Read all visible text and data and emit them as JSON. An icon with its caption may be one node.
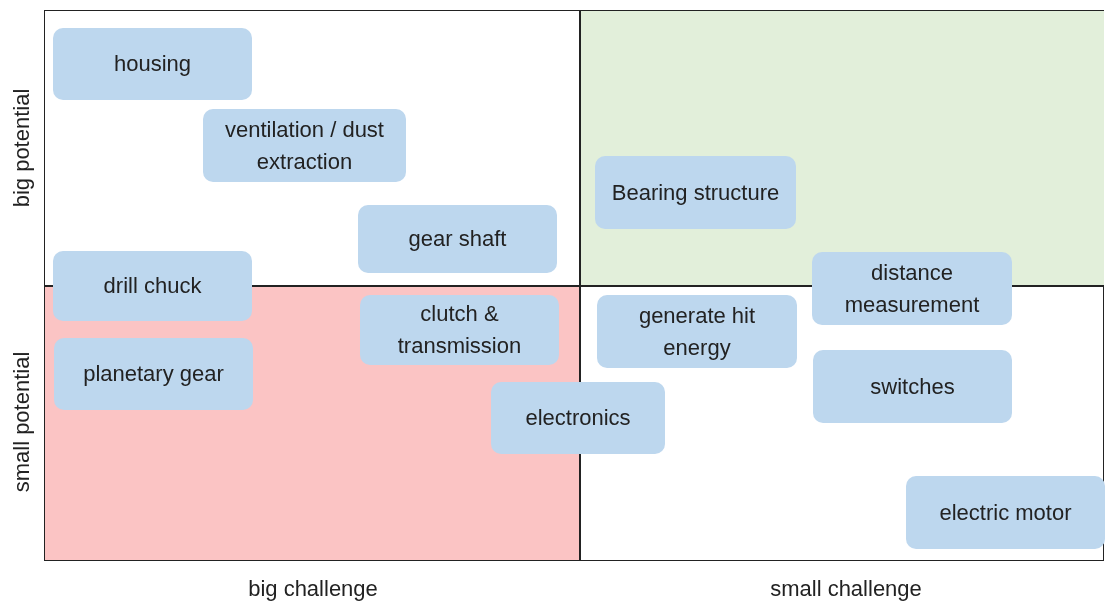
{
  "diagram": {
    "nodes": [
      {
        "text": [
          "housing"
        ]
      },
      {
        "text": [
          "ventilation / dust extraction"
        ]
      },
      {
        "text": [
          "Bearing structure"
        ]
      },
      {
        "text": [
          "gear shaft"
        ]
      },
      {
        "text": [
          "distance measurement"
        ]
      },
      {
        "text": [
          "drill chuck"
        ]
      },
      {
        "text": [
          "clutch & transmission"
        ]
      },
      {
        "text": [
          "generate hit energy"
        ]
      },
      {
        "text": [
          "planetary gear"
        ]
      },
      {
        "text": [
          "switches"
        ]
      },
      {
        "text": [
          "electronics"
        ]
      },
      {
        "text": [
          "electric motor"
        ]
      }
    ],
    "edges": [],
    "labels": [
      "big potential",
      "small potential",
      "big challenge",
      "small challenge"
    ]
  }
}
